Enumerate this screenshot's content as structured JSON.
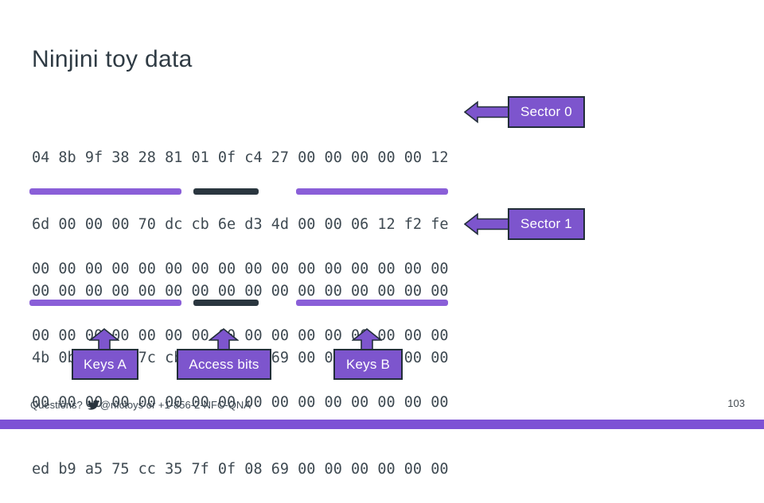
{
  "slide": {
    "title": "Ninjini toy data",
    "page_number": "103"
  },
  "hex": {
    "sector0": [
      "04 8b 9f 38 28 81 01 0f c4 27 00 00 00 00 00 12",
      "6d 00 00 00 70 dc cb 6e d3 4d 00 00 06 12 f2 fe",
      "00 00 00 00 00 00 00 00 00 00 00 00 00 00 00 00",
      "4b 0b 20 10 7c cb 0f 0f 0f 69 00 00 00 00 00 00"
    ],
    "sector1": [
      "00 00 00 00 00 00 00 00 00 00 00 00 00 00 00 00",
      "00 00 00 00 00 00 00 00 00 00 00 00 00 00 00 00",
      "00 00 00 00 00 00 00 00 00 00 00 00 00 00 00 00",
      "ed b9 a5 75 cc 35 7f 0f 08 69 00 00 00 00 00 00"
    ]
  },
  "labels": {
    "sector0": "Sector 0",
    "sector1": "Sector 1",
    "keys_a": "Keys A",
    "access_bits": "Access bits",
    "keys_b": "Keys B"
  },
  "footer": {
    "questions": "Questions?",
    "contact": "@nfctoys or +1-856-2-NFC-QNA",
    "icon": "twitter-bird-icon"
  },
  "colors": {
    "accent_purple": "#7d55cd",
    "underline_purple": "#8a5fd8",
    "dark_navy": "#2a363f",
    "box_border": "#222e39",
    "bottom_bar_purple": "#7d52d5",
    "hex_text": "#3f4a52",
    "title_text": "#2f3b44"
  }
}
